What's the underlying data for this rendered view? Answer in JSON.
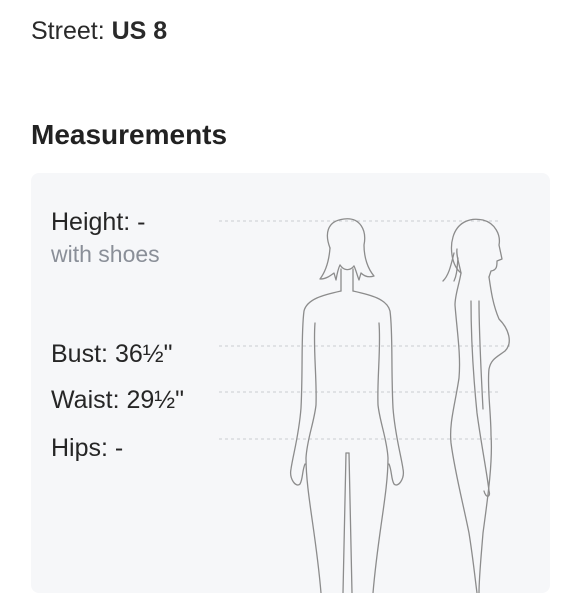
{
  "street": {
    "label": "Street:",
    "value": "US 8"
  },
  "section_title": "Measurements",
  "measurements": {
    "height": {
      "label": "Height:",
      "value": "-",
      "note": "with shoes"
    },
    "bust": {
      "label": "Bust:",
      "value": "36½\""
    },
    "waist": {
      "label": "Waist:",
      "value": "29½\""
    },
    "hips": {
      "label": "Hips:",
      "value": "-"
    }
  },
  "colors": {
    "panel_bg": "#f6f7f9",
    "outline": "#8c8c8c",
    "guide": "#c9ccd1",
    "subtext": "#8a8f98"
  },
  "icons": [
    "body-front-outline-icon",
    "body-side-outline-icon"
  ]
}
